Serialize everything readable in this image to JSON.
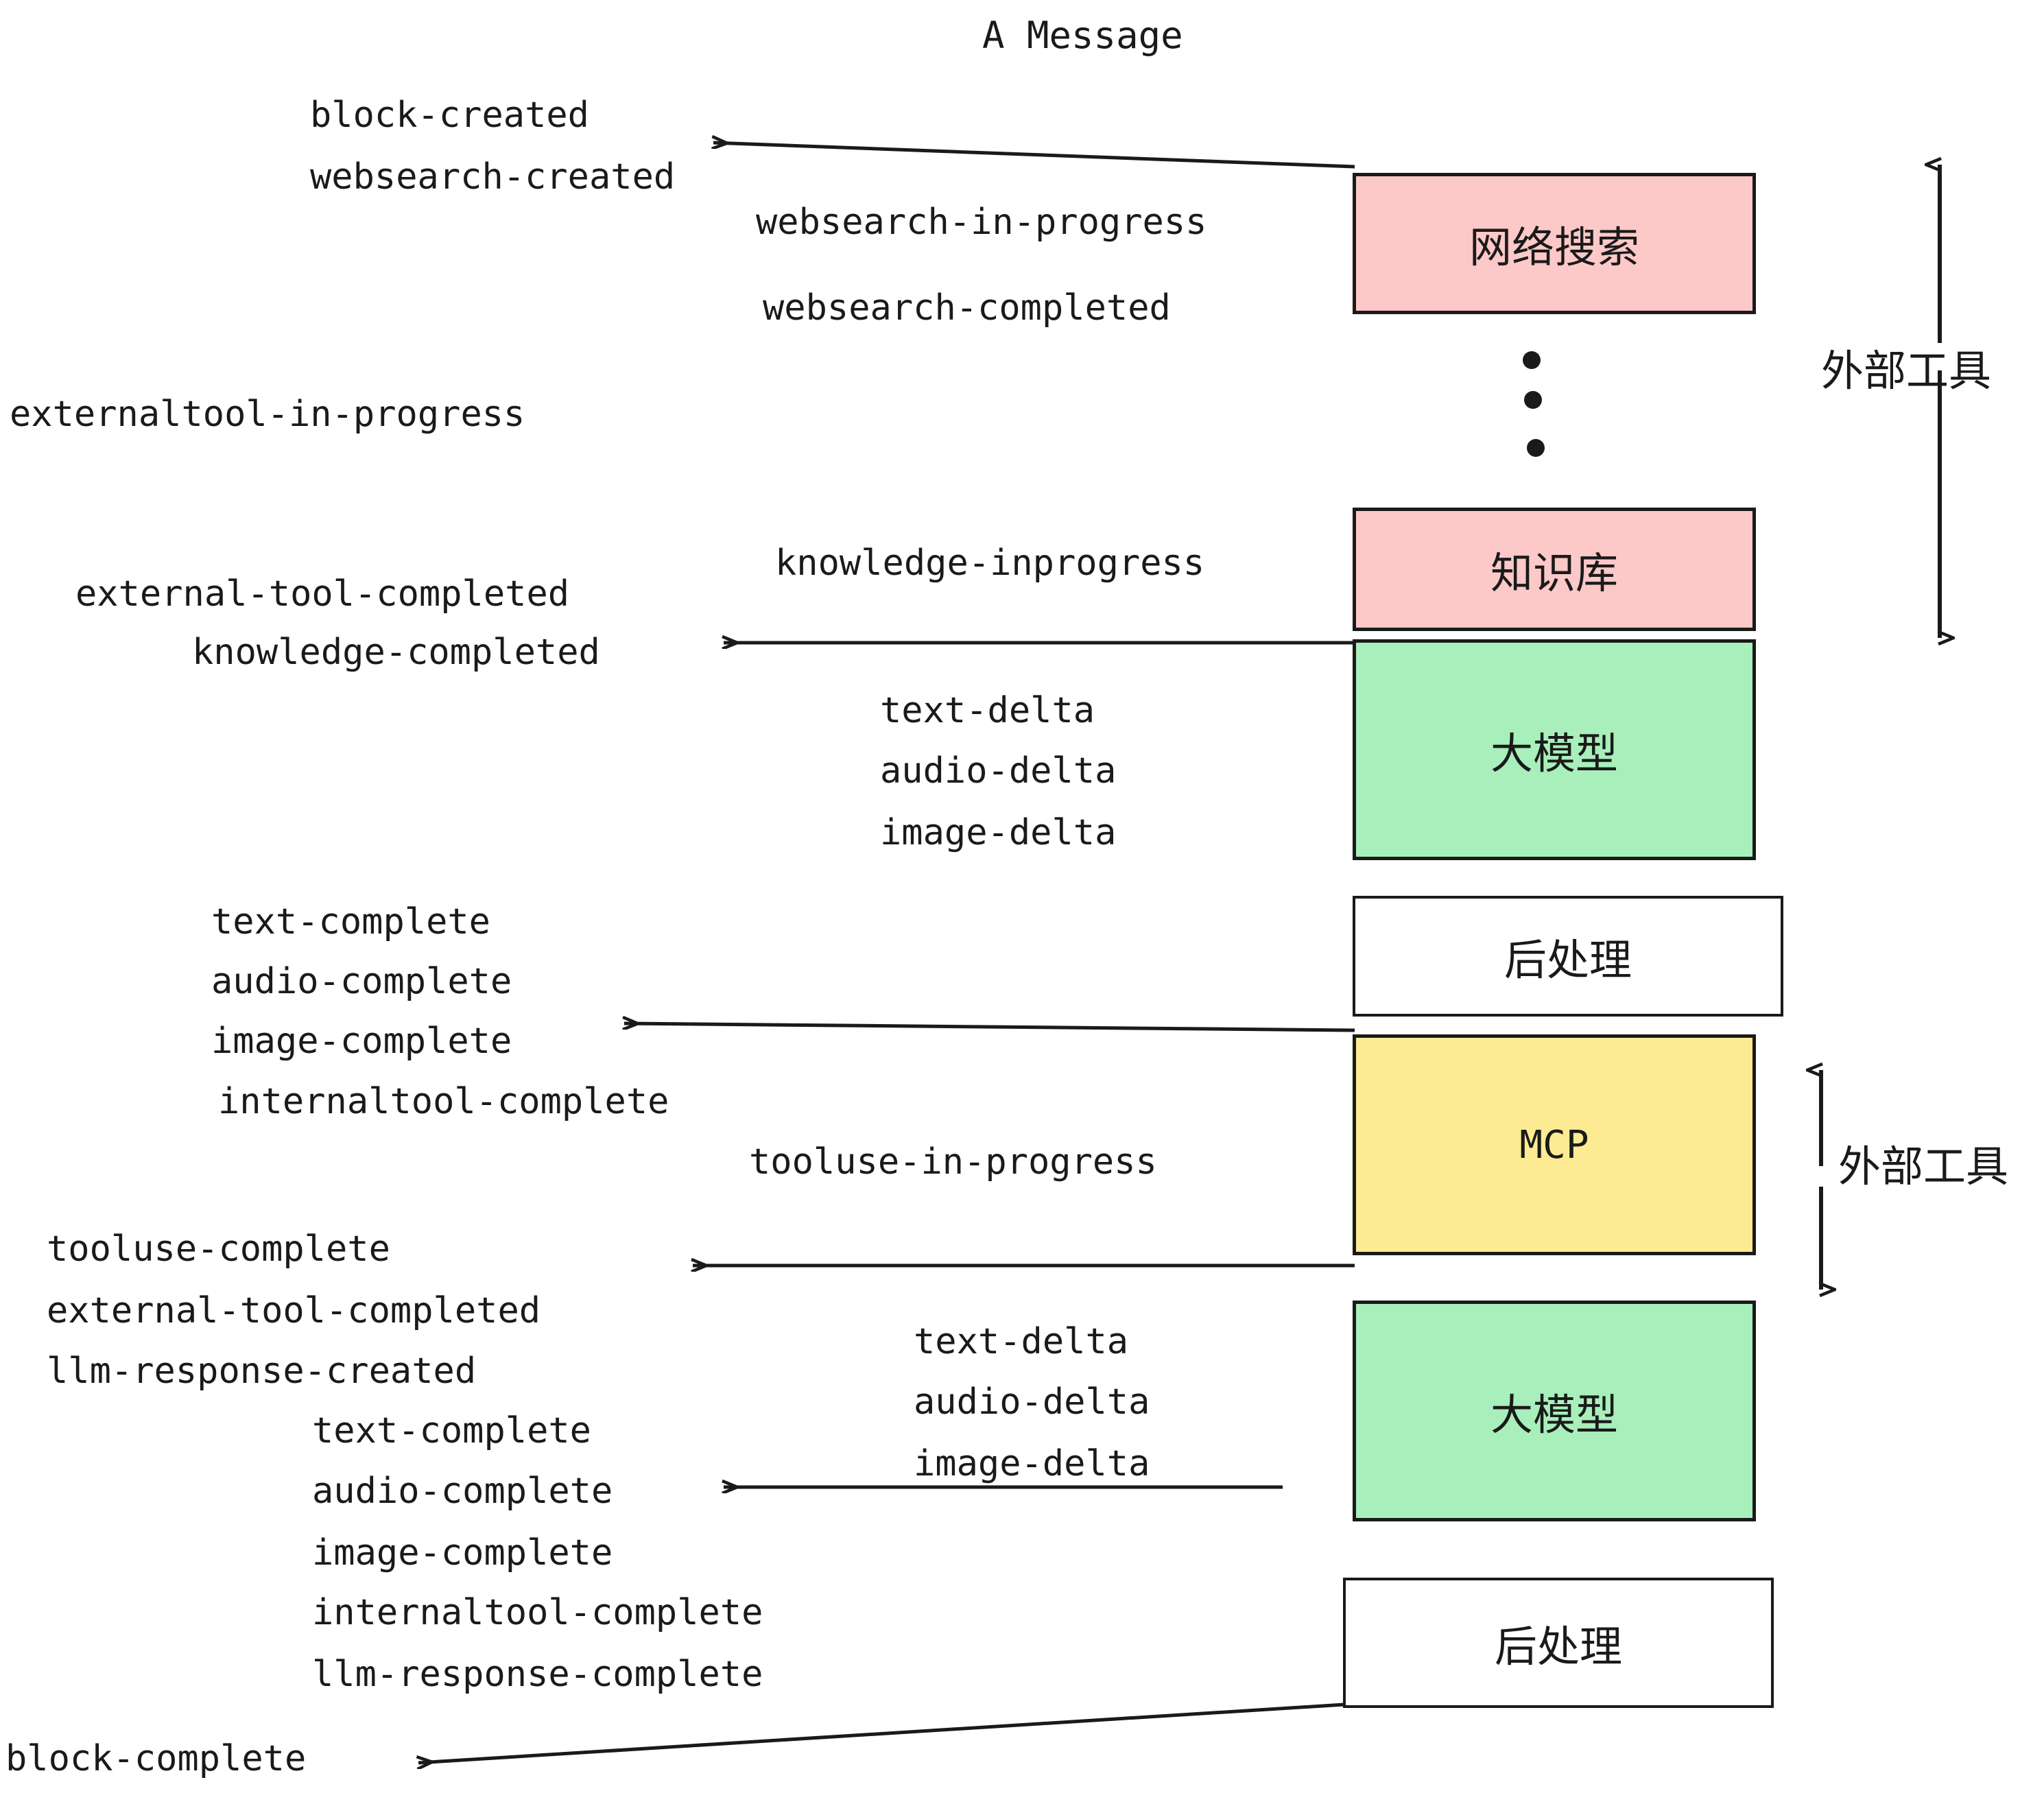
{
  "title": "A Message",
  "boxes": [
    {
      "id": "websearch",
      "label": "网络搜索",
      "color": "#FCC8C8"
    },
    {
      "id": "knowledge",
      "label": "知识库",
      "color": "#FCC8C8"
    },
    {
      "id": "llm-1",
      "label": "大模型",
      "color": "#A8EFBB"
    },
    {
      "id": "postprocess-1",
      "label": "后处理",
      "color": "#FFFFFF"
    },
    {
      "id": "mcp",
      "label": "MCP",
      "color": "#FCEB92"
    },
    {
      "id": "llm-2",
      "label": "大模型",
      "color": "#A8EFBB"
    },
    {
      "id": "postprocess-2",
      "label": "后处理",
      "color": "#FFFFFF"
    }
  ],
  "side_labels": [
    {
      "id": "external-tools-top",
      "text": "外部工具"
    },
    {
      "id": "external-tools-bottom",
      "text": "外部工具"
    }
  ],
  "events": [
    {
      "id": "block-created",
      "text": "block-created"
    },
    {
      "id": "websearch-created",
      "text": "websearch-created"
    },
    {
      "id": "websearch-in-progress",
      "text": "websearch-in-progress"
    },
    {
      "id": "websearch-completed",
      "text": "websearch-completed"
    },
    {
      "id": "externaltool-in-progress",
      "text": "externaltool-in-progress"
    },
    {
      "id": "knowledge-inprogress",
      "text": "knowledge-inprogress"
    },
    {
      "id": "external-tool-completed-1",
      "text": "external-tool-completed"
    },
    {
      "id": "knowledge-completed",
      "text": "knowledge-completed"
    },
    {
      "id": "text-delta-1",
      "text": "text-delta"
    },
    {
      "id": "audio-delta-1",
      "text": "audio-delta"
    },
    {
      "id": "image-delta-1",
      "text": "image-delta"
    },
    {
      "id": "text-complete-1",
      "text": "text-complete"
    },
    {
      "id": "audio-complete-1",
      "text": "audio-complete"
    },
    {
      "id": "image-complete-1",
      "text": "image-complete"
    },
    {
      "id": "internaltool-complete-1",
      "text": "internaltool-complete"
    },
    {
      "id": "tooluse-in-progress",
      "text": "tooluse-in-progress"
    },
    {
      "id": "tooluse-complete",
      "text": "tooluse-complete"
    },
    {
      "id": "external-tool-completed-2",
      "text": "external-tool-completed"
    },
    {
      "id": "llm-response-created",
      "text": "llm-response-created"
    },
    {
      "id": "text-complete-2",
      "text": "text-complete"
    },
    {
      "id": "audio-complete-2",
      "text": "audio-complete"
    },
    {
      "id": "image-complete-2",
      "text": "image-complete"
    },
    {
      "id": "internaltool-complete-2",
      "text": "internaltool-complete"
    },
    {
      "id": "llm-response-complete",
      "text": "llm-response-complete"
    },
    {
      "id": "block-complete",
      "text": "block-complete"
    },
    {
      "id": "text-delta-2",
      "text": "text-delta"
    },
    {
      "id": "audio-delta-2",
      "text": "audio-delta"
    },
    {
      "id": "image-delta-2",
      "text": "image-delta"
    }
  ],
  "ellipsis_dots": 3,
  "colors": {
    "pink": "#FCC8C8",
    "green": "#A8EFBB",
    "yellow": "#FCEB92",
    "white": "#FFFFFF",
    "stroke": "#1a1a1a"
  }
}
